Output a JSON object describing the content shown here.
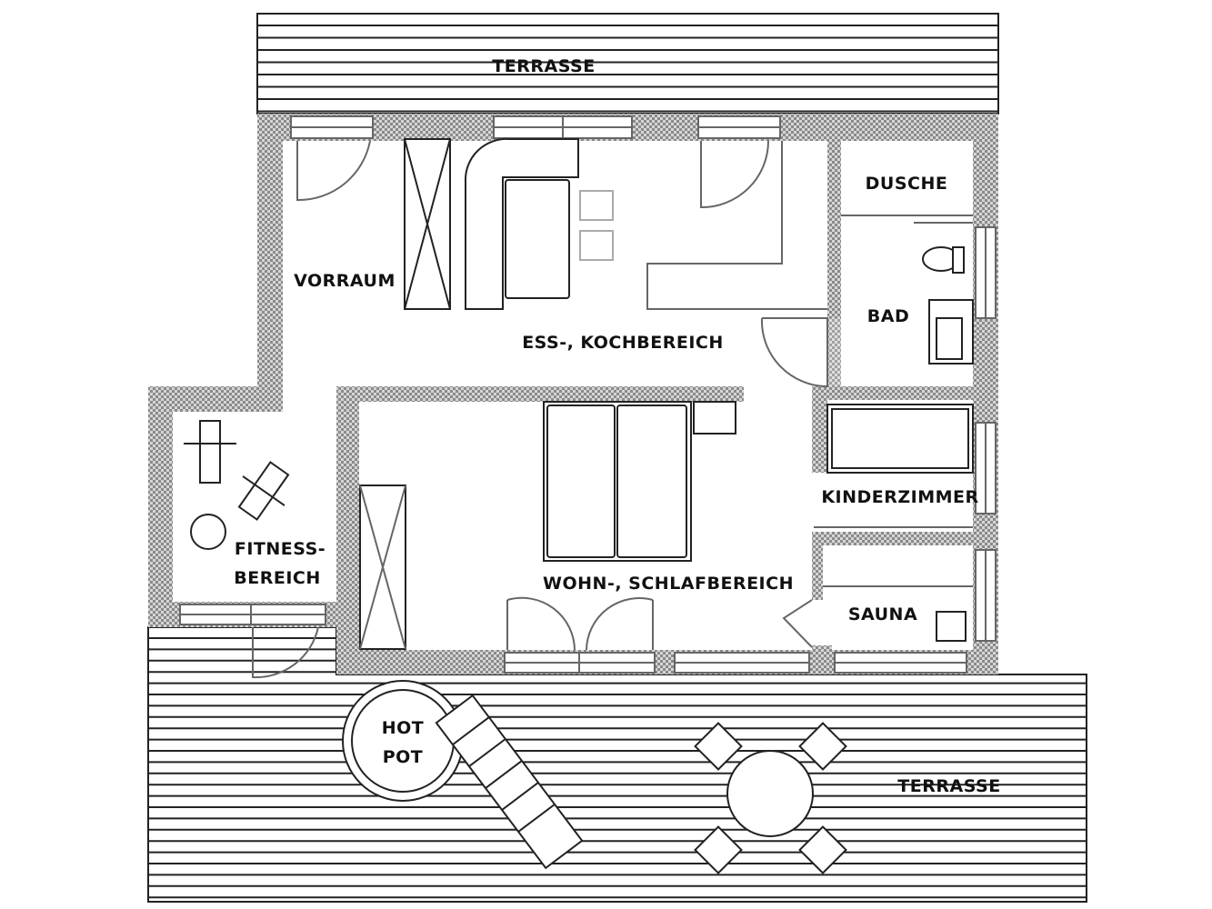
{
  "title": "Grundriss",
  "rooms": {
    "terrasse_top": "TERRASSE",
    "vorraum": "VORRAUM",
    "ess_koch": "ESS-, KOCHBEREICH",
    "dusche": "DUSCHE",
    "bad": "BAD",
    "kinderzimmer": "KINDERZIMMER",
    "sauna": "SAUNA",
    "wohn_schlaf": "WOHN-, SCHLAFBEREICH",
    "fitness_1": "FITNESS-",
    "fitness_2": "BEREICH",
    "hotpot_1": "HOT",
    "hotpot_2": "POT",
    "terrasse_bottom": "TERRASSE"
  },
  "colors": {
    "wall_dark": "#8a8a8a",
    "wall_light": "#d8d8d8",
    "line": "#222222"
  }
}
